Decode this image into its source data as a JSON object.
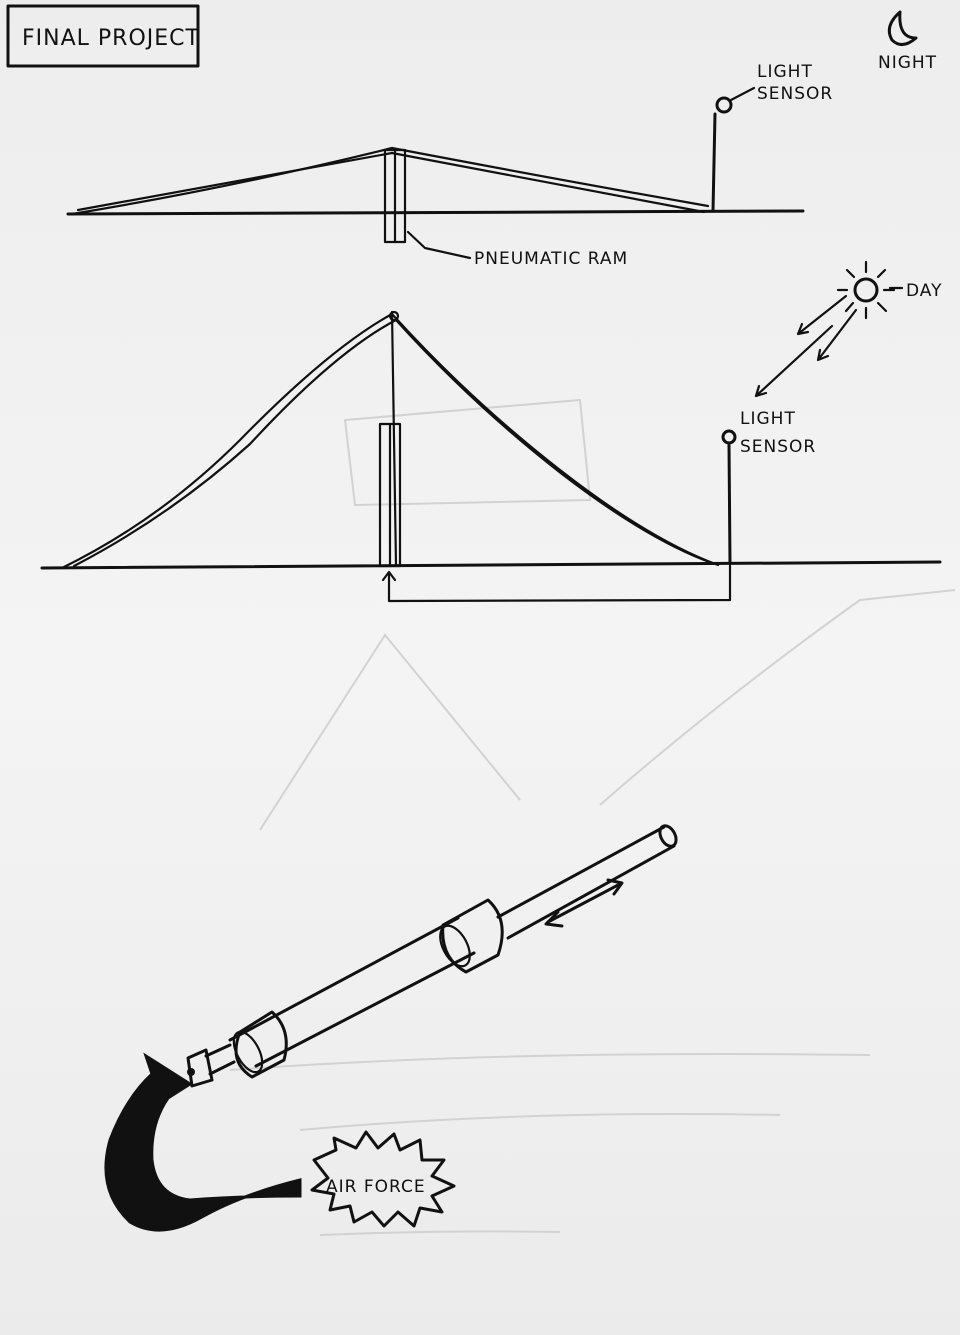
{
  "title": "FINAL PROJECT",
  "night_label": "NIGHT",
  "day_label": "DAY",
  "light_sensor_night": [
    "LIGHT",
    "SENSOR"
  ],
  "light_sensor_day": [
    "LIGHT",
    "SENSOR"
  ],
  "pneumatic_ram_label": "PNEUMATIC RAM",
  "air_force_label": "AIR FORCE",
  "colors": {
    "paper": "#f2f2f2",
    "ink": "#111111",
    "ghost": "#d2d2d2"
  }
}
